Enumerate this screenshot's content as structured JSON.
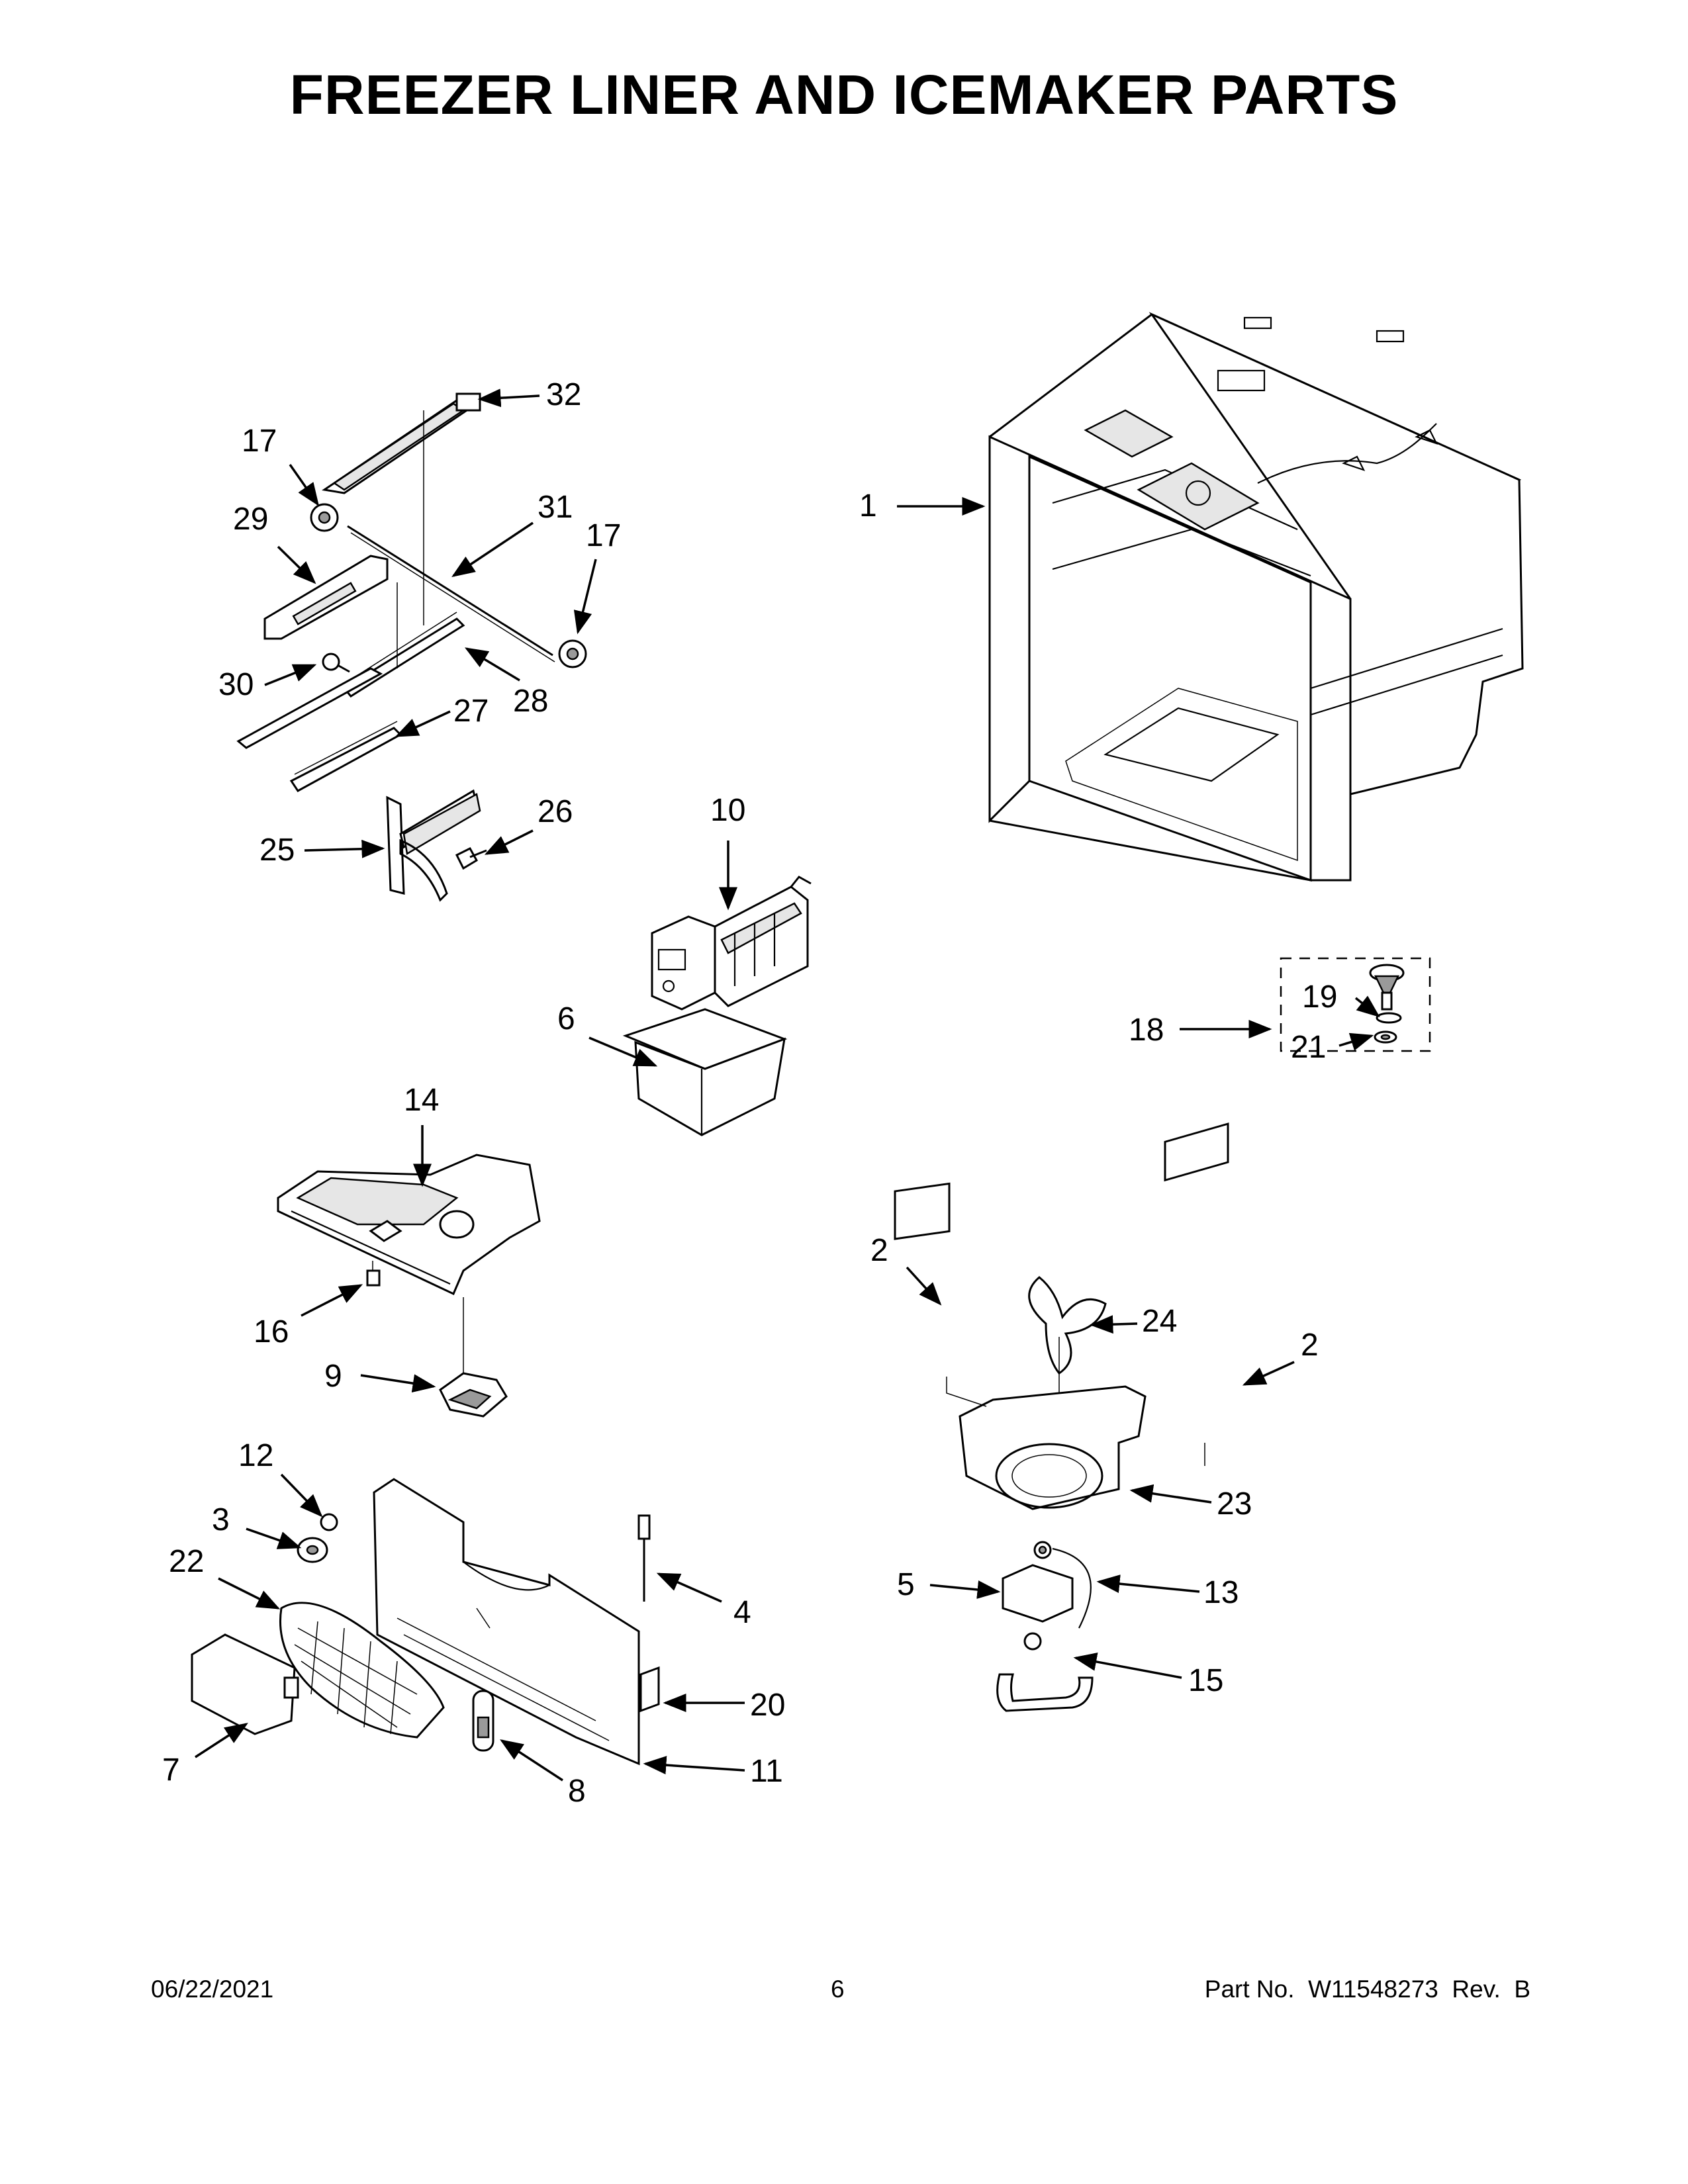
{
  "title": "FREEZER LINER AND ICEMAKER PARTS",
  "footer": {
    "date": "06/22/2021",
    "page": "6",
    "part_number": "Part No.  W11548273  Rev.  B"
  },
  "callouts": {
    "c1": "1",
    "c2a": "2",
    "c2b": "2",
    "c3": "3",
    "c4": "4",
    "c5": "5",
    "c6": "6",
    "c7": "7",
    "c8": "8",
    "c9": "9",
    "c10": "10",
    "c11": "11",
    "c12": "12",
    "c13": "13",
    "c14": "14",
    "c15": "15",
    "c16": "16",
    "c17a": "17",
    "c17b": "17",
    "c18": "18",
    "c19": "19",
    "c20": "20",
    "c21": "21",
    "c22": "22",
    "c23": "23",
    "c24": "24",
    "c25": "25",
    "c26": "26",
    "c27": "27",
    "c28": "28",
    "c29": "29",
    "c30": "30",
    "c31": "31",
    "c32": "32"
  }
}
